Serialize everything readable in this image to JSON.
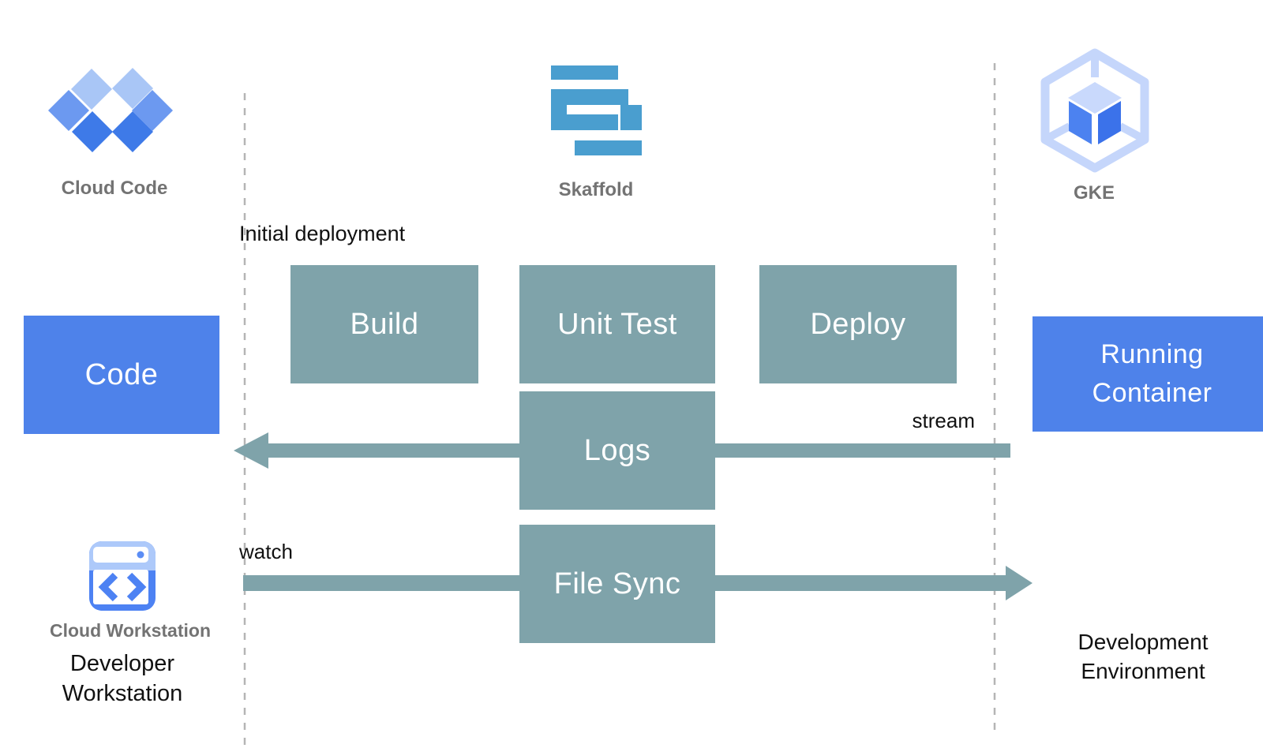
{
  "diagram": {
    "tools": {
      "cloud_code": {
        "label": "Cloud Code"
      },
      "skaffold": {
        "label": "Skaffold"
      },
      "gke": {
        "label": "GKE"
      },
      "cloud_workstation": {
        "label": "Cloud Workstation"
      }
    },
    "nodes": {
      "code": {
        "label": "Code"
      },
      "build": {
        "label": "Build"
      },
      "unit_test": {
        "label": "Unit Test"
      },
      "deploy": {
        "label": "Deploy"
      },
      "logs": {
        "label": "Logs"
      },
      "file_sync": {
        "label": "File Sync"
      },
      "running_container": {
        "label": "Running Container"
      }
    },
    "annotations": {
      "initial_deployment": "Initial deployment",
      "stream": "stream",
      "watch": "watch"
    },
    "zones": {
      "developer_workstation": "Developer Workstation",
      "development_environment": "Development Environment"
    },
    "colors": {
      "blue_box": "#4e82ea",
      "teal_box": "#7fa3aa",
      "skaffold_blue": "#4a9ecf",
      "diamond_light": "#a9c6f6",
      "diamond_medium": "#6c99f0",
      "diamond_dark": "#3e7ae8",
      "gke_light": "#c5d6fb",
      "gke_cube_top": "#c9d9fc",
      "gke_cube_left": "#4c82f0",
      "gke_cube_right": "#3b72ea",
      "workstation_blue": "#4d82f3",
      "workstation_light": "#adc9fa",
      "caption_gray": "#737373",
      "dashed_line": "#b5b5b5",
      "text_black": "#111111"
    }
  }
}
